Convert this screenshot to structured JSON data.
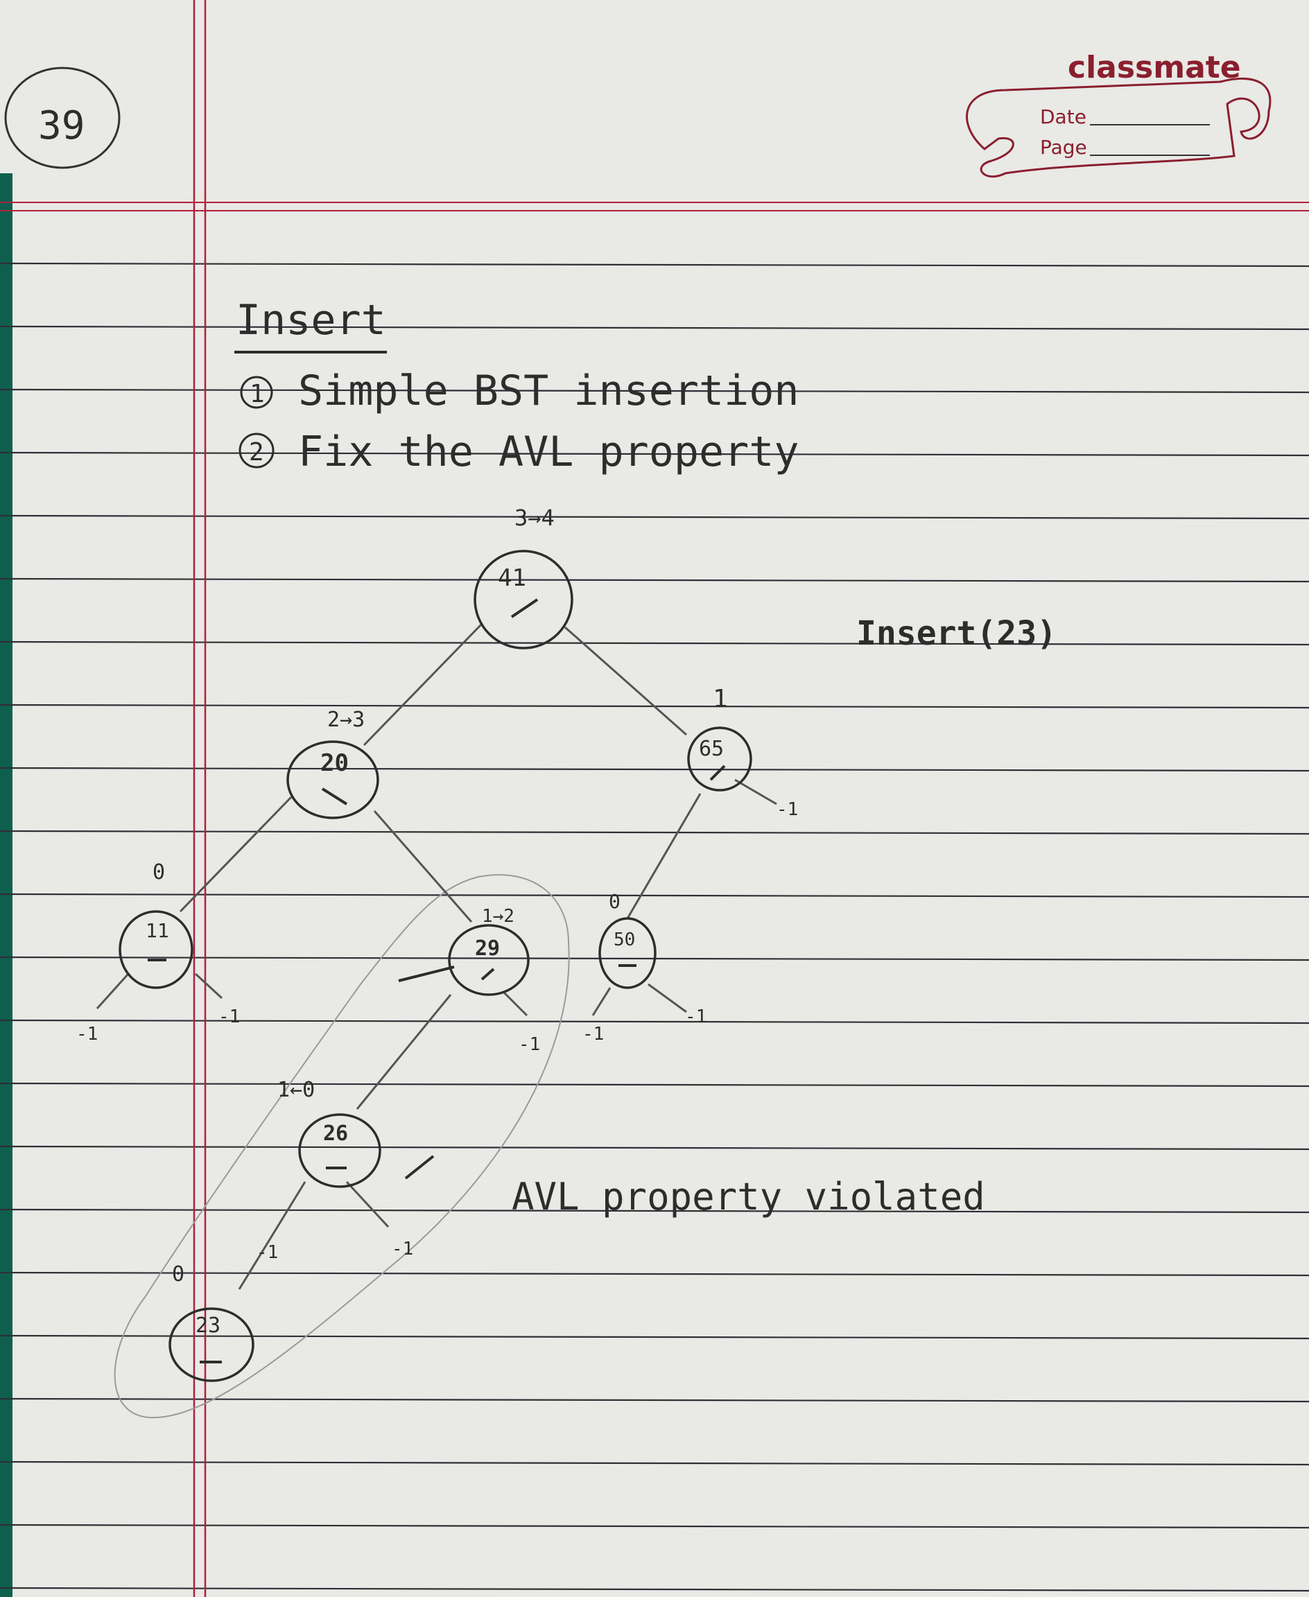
{
  "page_number": "39",
  "header": {
    "brand": "classmate",
    "date_label": "Date",
    "page_label": "Page"
  },
  "heading": "Insert",
  "steps": [
    {
      "marker": "1",
      "text": "Simple BST insertion"
    },
    {
      "marker": "2",
      "text": "Fix the AVL property"
    }
  ],
  "operation": "Insert(23)",
  "tree": {
    "nodes": [
      {
        "id": "n41",
        "key": "41",
        "height": "3→4"
      },
      {
        "id": "n20",
        "key": "20",
        "height": "2→3"
      },
      {
        "id": "n65",
        "key": "65",
        "height": "1"
      },
      {
        "id": "n11",
        "key": "11",
        "height": "0"
      },
      {
        "id": "n29",
        "key": "29",
        "height": "1→2"
      },
      {
        "id": "n50",
        "key": "50",
        "height": "0"
      },
      {
        "id": "n26",
        "key": "26",
        "height": "1←0"
      },
      {
        "id": "n23",
        "key": "23",
        "height": "0"
      }
    ],
    "null_label": "-1"
  },
  "note": "AVL property violated",
  "colors": {
    "paper": "#e9e9e6",
    "rule_line": "#2f2f36",
    "margin_red": "#b0203a",
    "pencil": "#2d2d2d",
    "brand": "#8a1f2e",
    "binding_green": "#0f5f4f"
  }
}
